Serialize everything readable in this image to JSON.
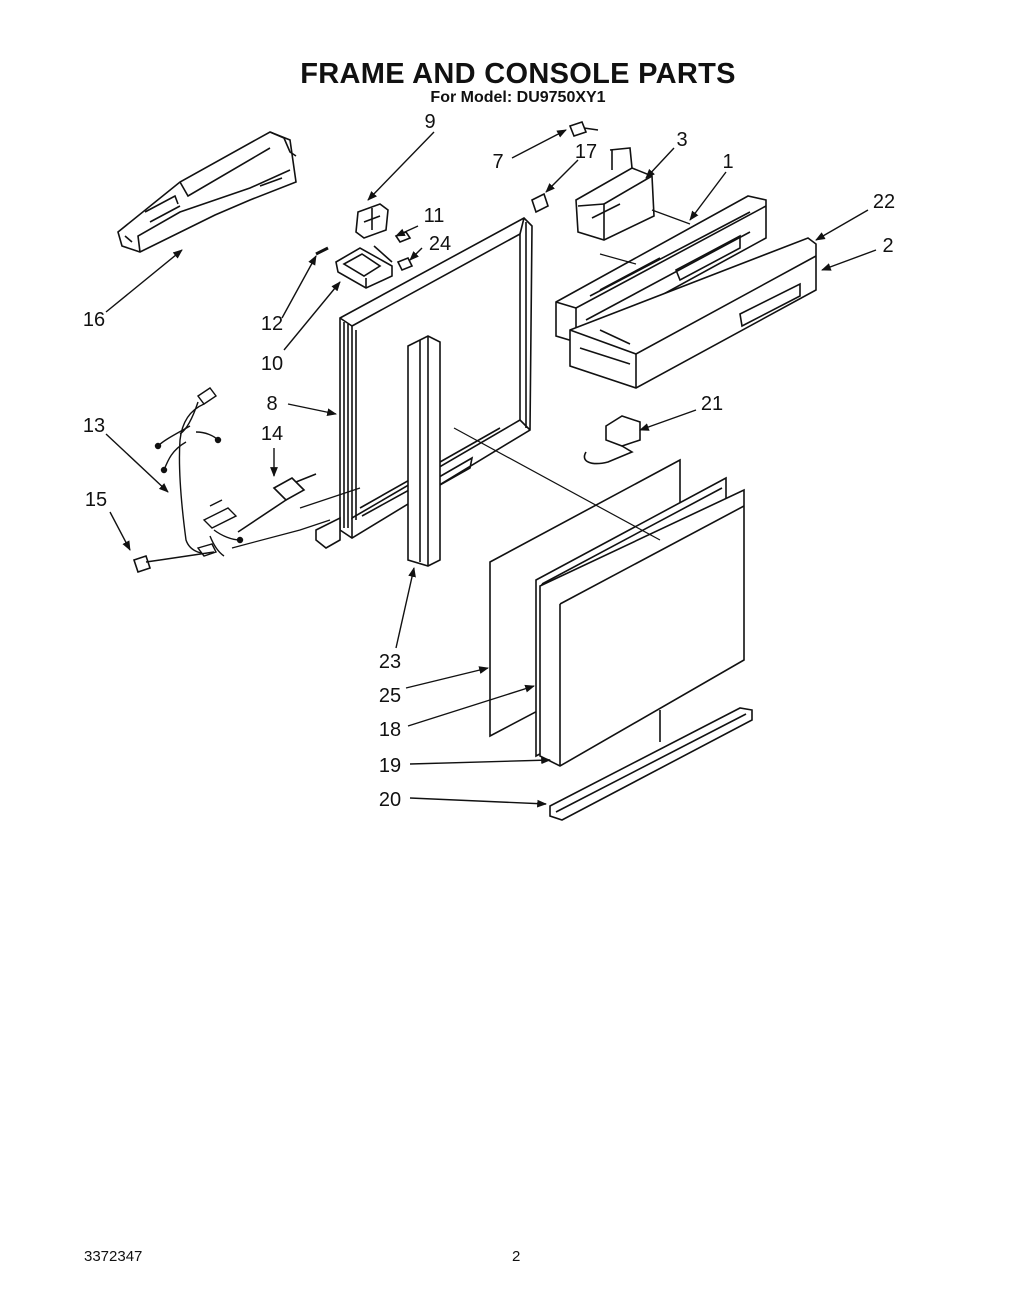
{
  "header": {
    "title": "FRAME AND CONSOLE PARTS",
    "subtitle": "For Model: DU9750XY1"
  },
  "footer": {
    "doc_number": "3372347",
    "page_number": "2"
  },
  "callouts": {
    "p1": "1",
    "p2": "2",
    "p3": "3",
    "p7": "7",
    "p8": "8",
    "p9": "9",
    "p10": "10",
    "p11": "11",
    "p12": "12",
    "p13": "13",
    "p14": "14",
    "p15": "15",
    "p16": "16",
    "p17": "17",
    "p18": "18",
    "p19": "19",
    "p20": "20",
    "p21": "21",
    "p22": "22",
    "p23": "23",
    "p24": "24",
    "p25": "25"
  }
}
